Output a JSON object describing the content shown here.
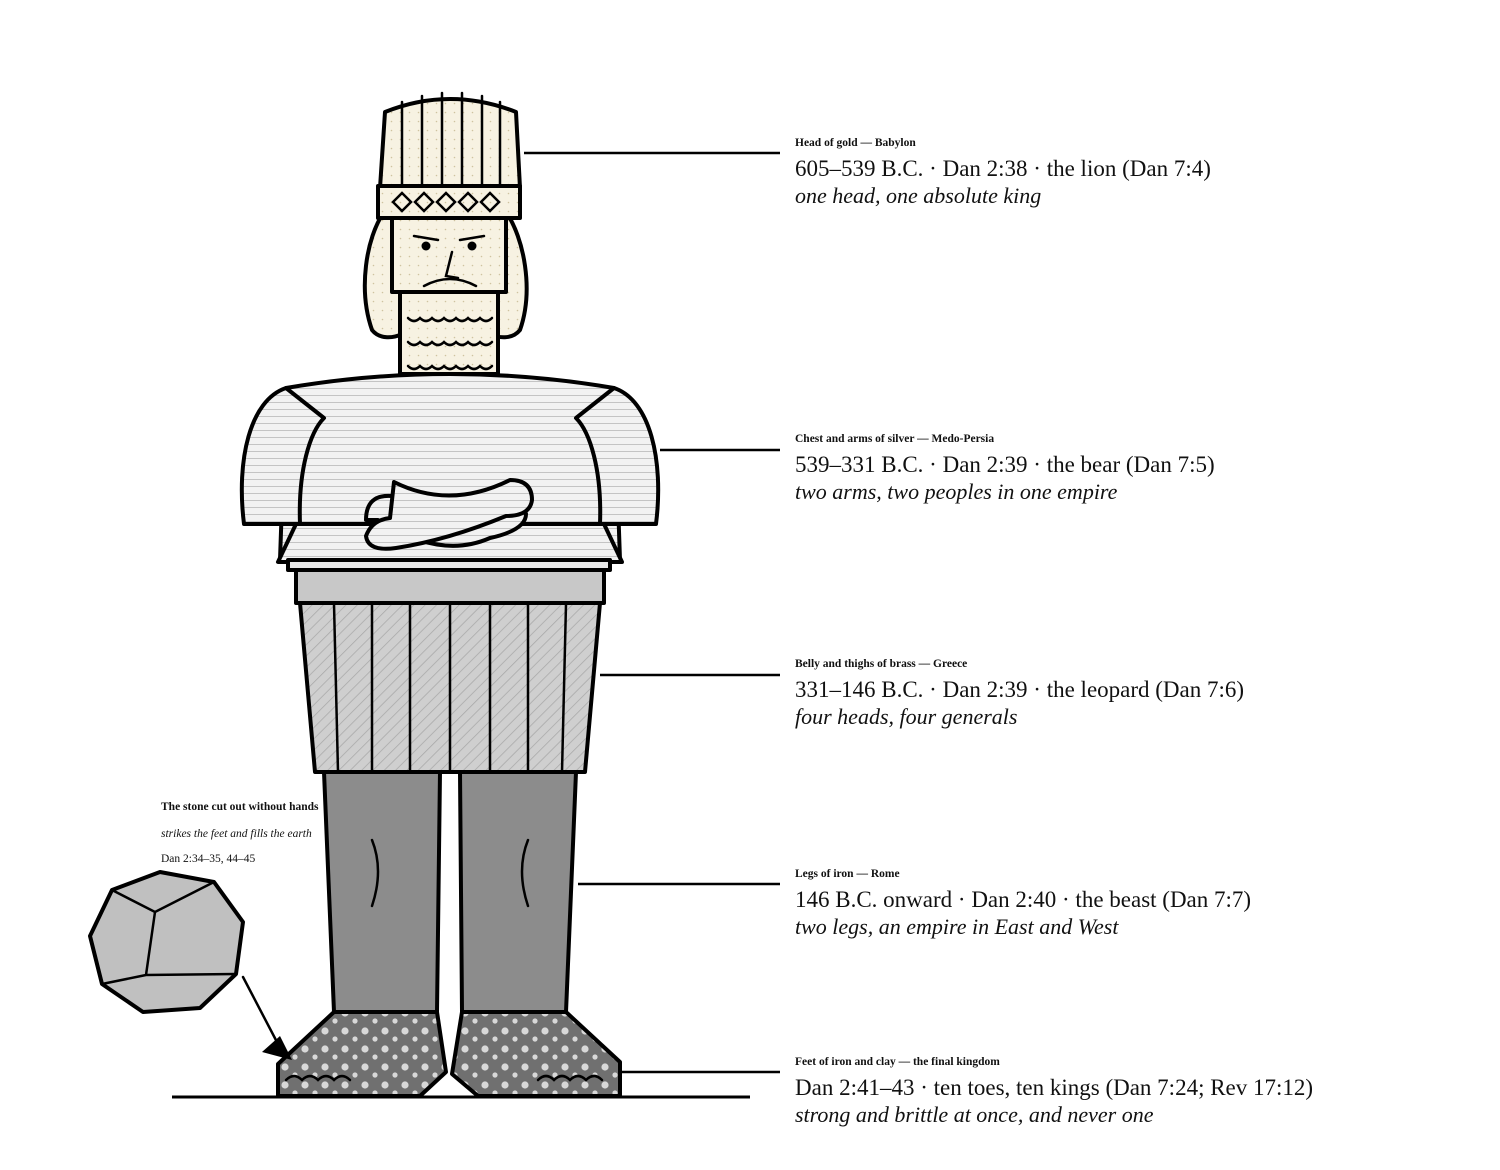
{
  "regions": [
    {
      "id": "gold",
      "title": "Head of gold — Babylon",
      "detail": "605–539 B.C. · Dan 2:38 · the lion (Dan 7:4)",
      "note": "one head, one absolute king"
    },
    {
      "id": "silver",
      "title": "Chest and arms of silver — Medo-Persia",
      "detail": "539–331 B.C. · Dan 2:39 · the bear (Dan 7:5)",
      "note": "two arms, two peoples in one empire"
    },
    {
      "id": "brass",
      "title": "Belly and thighs of brass — Greece",
      "detail": "331–146 B.C. · Dan 2:39 · the leopard (Dan 7:6)",
      "note": "four heads, four generals"
    },
    {
      "id": "iron",
      "title": "Legs of iron — Rome",
      "detail": "146 B.C. onward · Dan 2:40 · the beast (Dan 7:7)",
      "note": "two legs, an empire in East and West"
    },
    {
      "id": "clay",
      "title": "Feet of iron and clay — the final kingdom",
      "detail": "Dan 2:41–43 · ten toes, ten kings (Dan 7:24; Rev 17:12)",
      "note": "strong and brittle at once, and never one"
    }
  ],
  "stone": {
    "title": "The stone cut out without hands",
    "note": "strikes the feet and fills the earth",
    "reference": "Dan 2:34–35, 44–45"
  },
  "colors": {
    "gold": "#f7f2e2",
    "silver": "#f2f2f2",
    "brass": "#cfcfcf",
    "iron": "#8c8c8c",
    "clay": "#707070",
    "stone": "#c0c0c0"
  }
}
